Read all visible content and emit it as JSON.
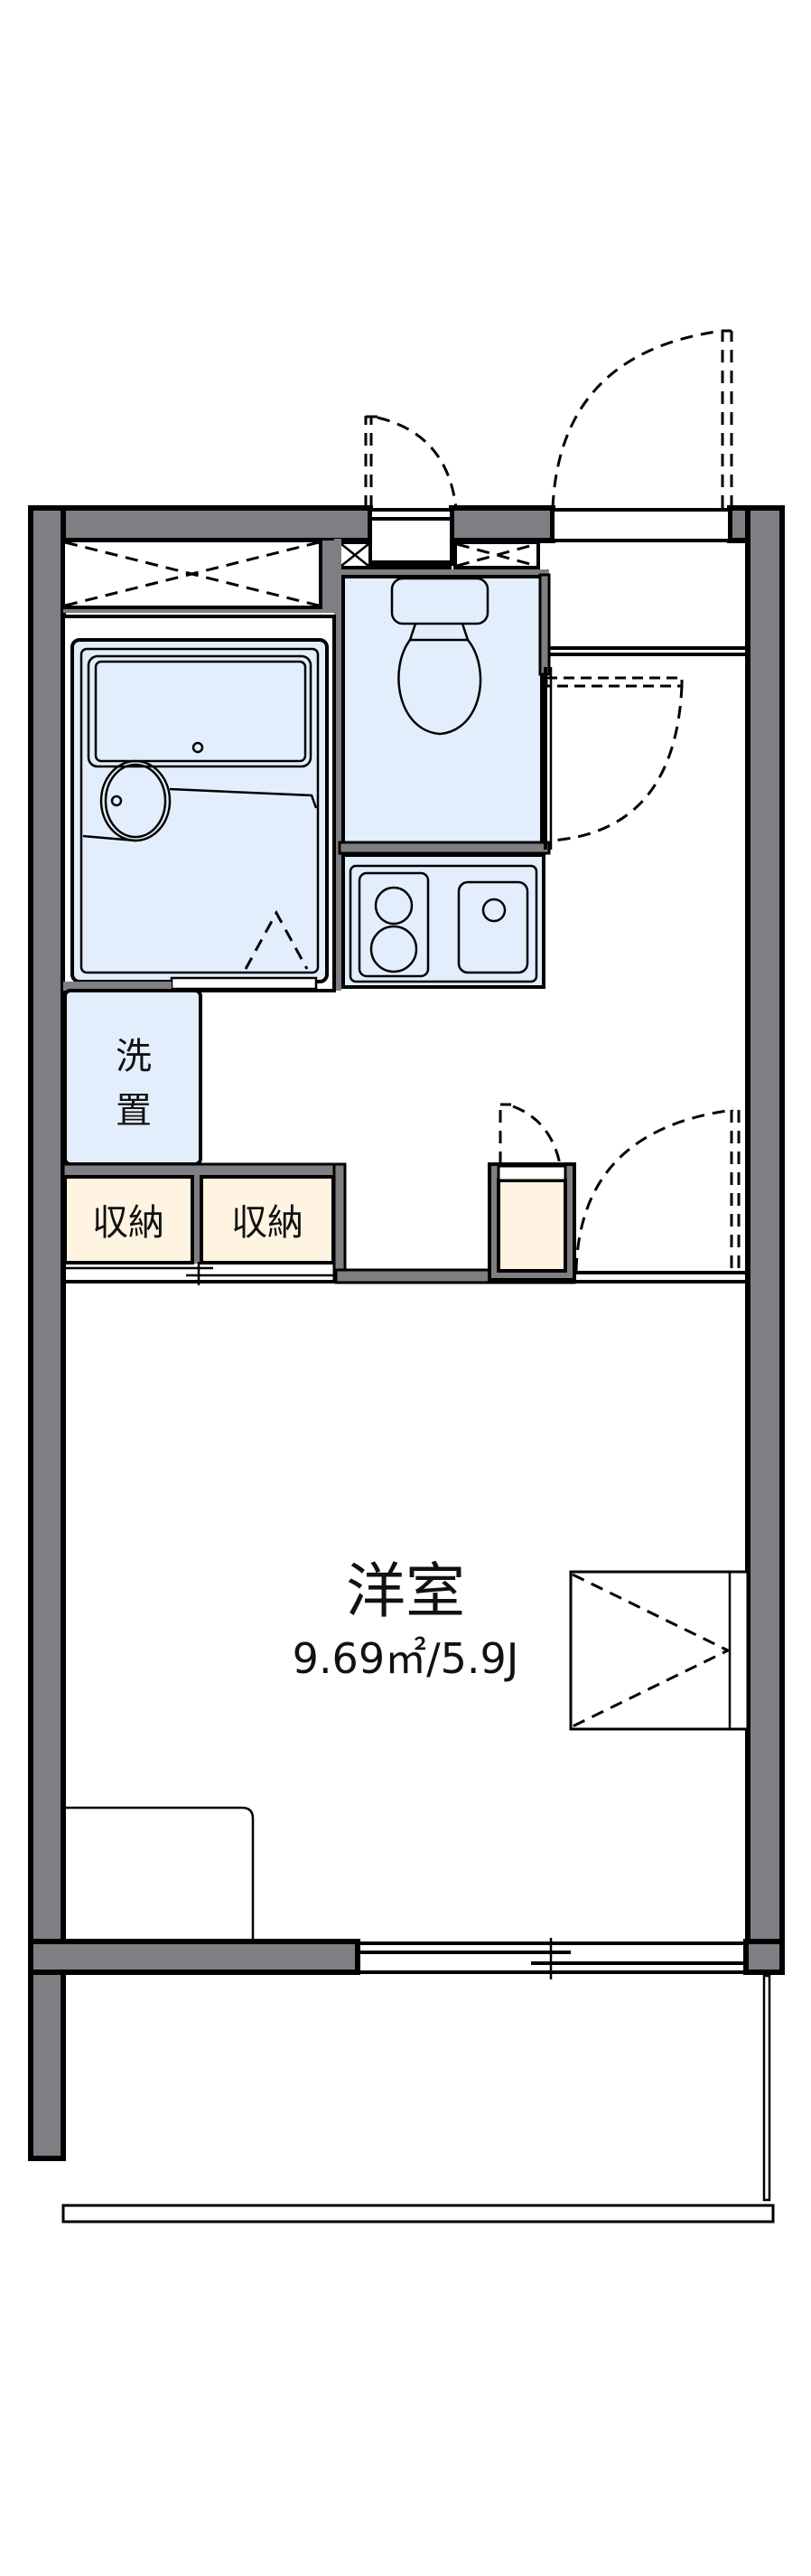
{
  "floorplan": {
    "colors": {
      "wall": "#7f7f83",
      "wet_area": "#e3eefc",
      "storage": "#fff4e1",
      "background": "#ffffff",
      "line": "#000000"
    },
    "rooms": {
      "main_room": {
        "label": "洋室",
        "area": "9.69㎡/5.9J"
      },
      "washer_space": {
        "label_line1": "洗",
        "label_line2": "置"
      },
      "storage_1": {
        "label": "収納"
      },
      "storage_2": {
        "label": "収納"
      }
    },
    "fixtures": [
      "unit-bath",
      "toilet",
      "kitchen-stove-two-burner",
      "kitchen-sink",
      "shoe-cabinet",
      "entrance-door",
      "balcony"
    ]
  }
}
